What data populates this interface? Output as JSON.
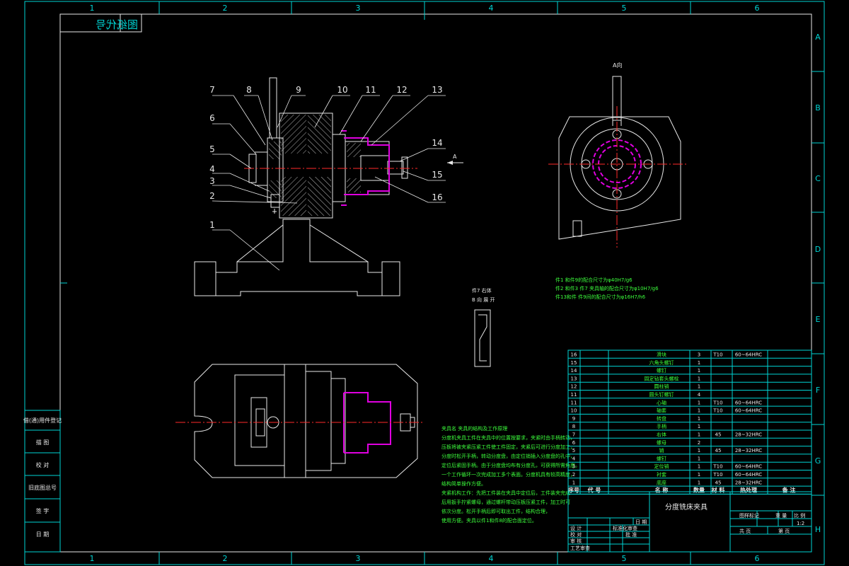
{
  "sheet": {
    "col_labels": [
      "1",
      "2",
      "3",
      "4",
      "5",
      "6"
    ],
    "row_labels": [
      "A",
      "B",
      "C",
      "D",
      "E",
      "F",
      "G",
      "H"
    ],
    "mirrored_title": "图纸代号"
  },
  "side_box": [
    "借(通)用件登记",
    "描  图",
    "校  对",
    "旧底图总号",
    "签  字",
    "日  期"
  ],
  "balloons": [
    "1",
    "2",
    "3",
    "4",
    "5",
    "6",
    "7",
    "8",
    "9",
    "10",
    "11",
    "12",
    "13",
    "14",
    "15",
    "16"
  ],
  "view_labels": {
    "a_arrow": "A",
    "a_view": "A向",
    "part_caption_1": "件7 右体",
    "part_caption_2": "B 向 展 开"
  },
  "notes_right": [
    "件1 和件9的配合尺寸为φ40H7/g6",
    "件2 和件3 件7 夹具轴的配合尺寸为φ10H7/g6",
    "件13和件 件9间的配合尺寸为φ16H7/h6"
  ],
  "notes_bottom": [
    "夹具名   夹具的结构及工作原理",
    "分度机夹具工件在夹具中的位置按要求，夹紧时由手柄转动，",
    "压板将被夹紧压紧工件使工件固定，夹紧后可进行分度加工，",
    "分度时松开手柄，转动分度盘，由定位销插入分度盘的孔中，",
    "定位后紧固手柄。由于分度盘均布有分度孔，可获得所需角度。",
    "一个工作循环一次完成加工多个表面。分度机具有较高精度，",
    "结构简单操作方便。",
    "夹紧机构工作：先把工件装在夹具中定位后，工件装夹完成",
    "后用扳手拧紧螺母，通过螺杆带动压板压紧工件，加工时可",
    "依次分度。松开手柄后即可取出工件，结构合理，",
    "使用方便。夹具以件1和件8的配合面定位。"
  ],
  "bom": {
    "rows": [
      {
        "no": "16",
        "name": "滑块",
        "qty": "3",
        "mat": "T10",
        "note": "60~64HRC"
      },
      {
        "no": "15",
        "name": "六角头螺钉",
        "qty": "1",
        "mat": "",
        "note": ""
      },
      {
        "no": "14",
        "name": "螺钉",
        "qty": "1",
        "mat": "",
        "note": ""
      },
      {
        "no": "13",
        "name": "固定钻套头螺栓",
        "qty": "1",
        "mat": "",
        "note": ""
      },
      {
        "no": "12",
        "name": "圆柱销",
        "qty": "1",
        "mat": "",
        "note": ""
      },
      {
        "no": "11",
        "name": "圆头钉螺钉",
        "qty": "4",
        "mat": "",
        "note": ""
      },
      {
        "no": "11",
        "name": "心轴",
        "qty": "1",
        "mat": "T10",
        "note": "60~64HRC"
      },
      {
        "no": "10",
        "name": "轴套",
        "qty": "1",
        "mat": "T10",
        "note": "60~64HRC"
      },
      {
        "no": "9",
        "name": "转盘",
        "qty": "1",
        "mat": "",
        "note": ""
      },
      {
        "no": "8",
        "name": "手柄",
        "qty": "1",
        "mat": "",
        "note": ""
      },
      {
        "no": "7",
        "name": "右体",
        "qty": "1",
        "mat": "45",
        "note": "28~32HRC"
      },
      {
        "no": "6",
        "name": "螺母",
        "qty": "2",
        "mat": "",
        "note": ""
      },
      {
        "no": "5",
        "name": "销",
        "qty": "1",
        "mat": "45",
        "note": "28~32HRC"
      },
      {
        "no": "4",
        "name": "螺钉",
        "qty": "1",
        "mat": "",
        "note": ""
      },
      {
        "no": "3",
        "name": "定位销",
        "qty": "1",
        "mat": "T10",
        "note": "60~64HRC"
      },
      {
        "no": "2",
        "name": "衬套",
        "qty": "1",
        "mat": "T10",
        "note": "60~64HRC"
      },
      {
        "no": "1",
        "name": "底座",
        "qty": "1",
        "mat": "45",
        "note": "28~32HRC"
      }
    ],
    "header": [
      "序号",
      "代  号",
      "名   称",
      "数量",
      "材 料",
      "热处理",
      "备 注"
    ]
  },
  "title_block": {
    "drawing_name": "分度铣床夹具",
    "scale_label": "图样标记",
    "weight_label": "重 量",
    "ratio_label": "比 例",
    "ratio_value": "1:2",
    "sheet_total": "共   页",
    "sheet_no": "第   页",
    "sign_rows": [
      "设 计",
      "校 对",
      "审 核",
      "工艺审查"
    ],
    "sign_cols": [
      "标准化审查",
      "批 准",
      "日 期"
    ]
  }
}
